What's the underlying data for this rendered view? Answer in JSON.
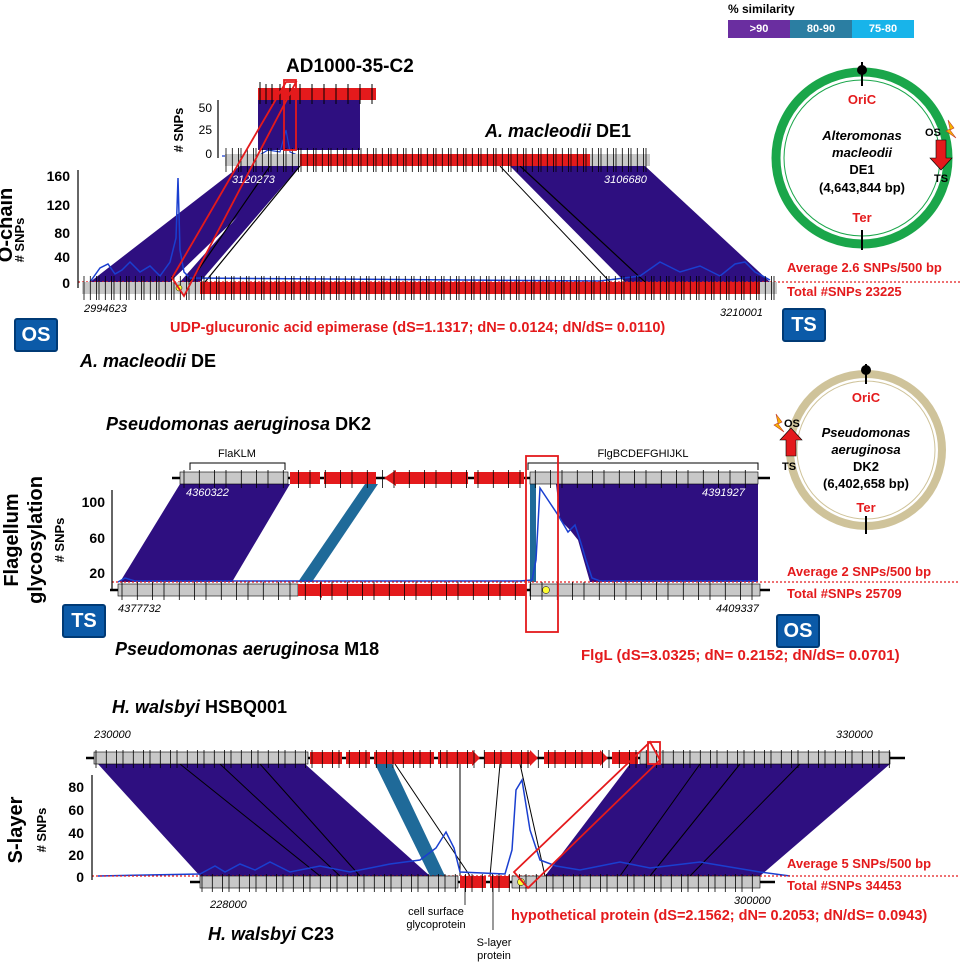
{
  "legend": {
    "title": "% similarity",
    "items": [
      {
        "label": ">90",
        "color": "#6a2ea0"
      },
      {
        "label": "80-90",
        "color": "#2b7ea2"
      },
      {
        "label": "75-80",
        "color": "#18b4ea"
      }
    ]
  },
  "colors": {
    "gene_red": "#e41a1c",
    "gene_gray": "#c8c8c8",
    "similarity_high": "#2e0f80",
    "similarity_mid": "#1f6a99",
    "snp_line": "#1a3fd0",
    "ts_os_box": "#0b5aa8"
  },
  "panel1": {
    "side_label": "O-chain",
    "ylabel": "# SNPs",
    "yticks": [
      "160",
      "120",
      "80",
      "40",
      "0"
    ],
    "inset_yticks": [
      "50",
      "25",
      "0"
    ],
    "inset_ylabel": "# SNPs",
    "genome_top_label": "AD1000-35-C2",
    "genome_mid_prefix": "A. macleodii",
    "genome_mid_suffix": " DE1",
    "genome_bottom_prefix": "A. macleodii",
    "genome_bottom_suffix": " DE",
    "coord_mid_left": "3120273",
    "coord_mid_right": "3106680",
    "coord_bottom_left": "2994623",
    "coord_bottom_right": "3210001",
    "left_box": "OS",
    "right_box": "TS",
    "avg": "Average 2.6 SNPs/500 bp",
    "total": "Total #SNPs 23225",
    "annotation": "UDP-glucuronic acid epimerase (dS=1.1317; dN= 0.0124; dN/dS= 0.0110)",
    "chromosome": {
      "oric": "OriC",
      "ter": "Ter",
      "name1": "Alteromonas",
      "name2": "macleodii",
      "name3": "DE1",
      "size": "(4,643,844 bp)",
      "os": "OS",
      "ts": "TS",
      "ring": "#1aa64a"
    }
  },
  "panel2": {
    "side_label1": "Flagellum",
    "side_label2": "glycosylation",
    "ylabel": "# SNPs",
    "yticks": [
      "100",
      "60",
      "20"
    ],
    "genome_top_prefix": "Pseudomonas aeruginosa",
    "genome_top_suffix": " DK2",
    "genome_bottom_prefix": "Pseudomonas aeruginosa",
    "genome_bottom_suffix": " M18",
    "operon_left": "FlaKLM",
    "operon_right": "FlgBCDEFGHIJKL",
    "coord_top_left": "4360322",
    "coord_top_right": "4391927",
    "coord_bottom_left": "4377732",
    "coord_bottom_right": "4409337",
    "left_box": "TS",
    "right_box": "OS",
    "avg": "Average  2 SNPs/500 bp",
    "total": "Total #SNPs 25709",
    "annotation": "FlgL (dS=3.0325; dN= 0.2152; dN/dS= 0.0701)",
    "chromosome": {
      "oric": "OriC",
      "ter": "Ter",
      "name1": "Pseudomonas",
      "name2": "aeruginosa",
      "name3": "DK2",
      "size": "(6,402,658 bp)",
      "os": "OS",
      "ts": "TS",
      "ring": "#cfc39a"
    }
  },
  "panel3": {
    "side_label": "S-layer",
    "ylabel": "# SNPs",
    "yticks": [
      "80",
      "60",
      "40",
      "20",
      "0"
    ],
    "genome_top_prefix": "H. walsbyi",
    "genome_top_suffix": " HSBQ001",
    "genome_bottom_prefix": "H. walsbyi",
    "genome_bottom_suffix": " C23",
    "coord_top_left": "230000",
    "coord_top_right": "330000",
    "coord_bottom_left": "228000",
    "coord_bottom_right": "300000",
    "avg": "Average 5 SNPs/500 bp",
    "total": "Total #SNPs 34453",
    "annotation": "hypothetical protein (dS=2.1562; dN= 0.2053; dN/dS= 0.0943)",
    "callout1_line1": "cell surface",
    "callout1_line2": "glycoprotein",
    "callout2_line1": "S-layer",
    "callout2_line2": "protein"
  }
}
